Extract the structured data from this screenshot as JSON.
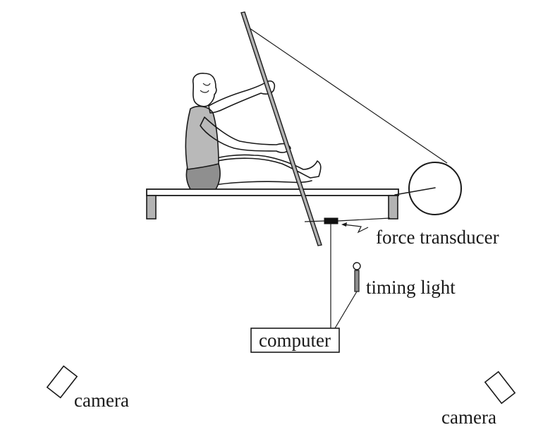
{
  "labels": {
    "force_transducer": "force transducer",
    "timing_light": "timing light",
    "computer": "computer",
    "camera_left": "camera",
    "camera_right": "camera"
  },
  "colors": {
    "ink": "#1a1a1a",
    "shirt": "#b9b9b9",
    "shorts": "#8f8f8f",
    "pole": "#b3b3b3",
    "transducer": "#111111"
  }
}
